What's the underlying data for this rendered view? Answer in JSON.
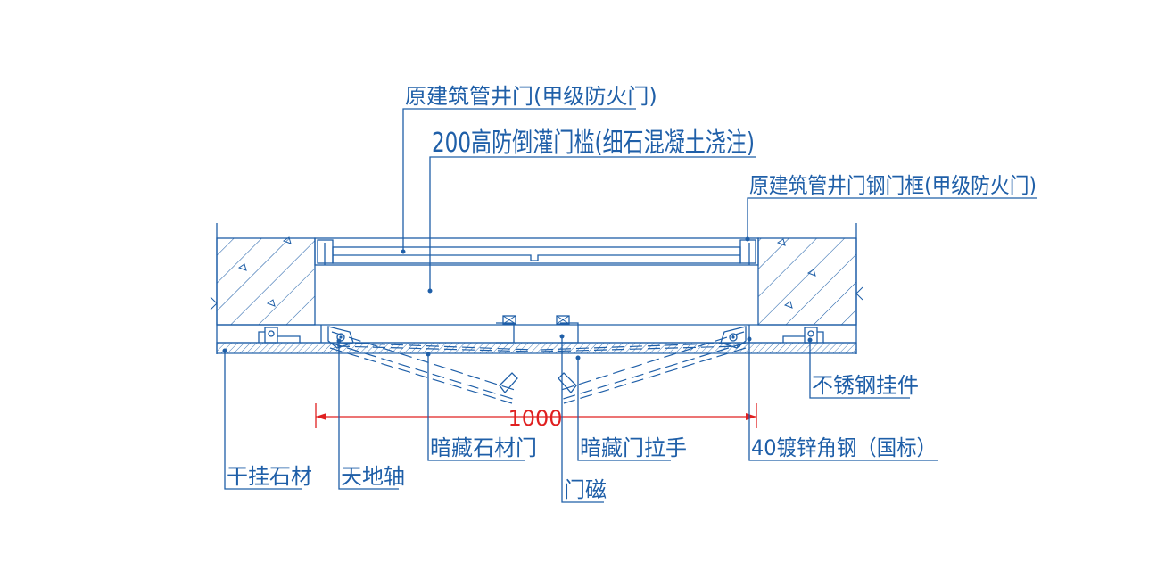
{
  "labels": {
    "shaft_door": "原建筑管井门(甲级防火门)",
    "threshold": "200高防倒灌门槛(细石混凝土浇注)",
    "shaft_frame": "原建筑管井门钢门框(甲级防火门)",
    "steel_hanger": "不锈钢挂件",
    "dry_hang_stone": "干挂石材",
    "pivot_hinge": "天地轴",
    "hidden_stone_door": "暗藏石材门",
    "hidden_handle": "暗藏门拉手",
    "galv_angle": "40镀锌角钢（国标）",
    "door_magnet": "门磁"
  },
  "dimension": {
    "value": "1000"
  },
  "colors": {
    "line": "#1f5fa8",
    "dimension": "#e02020",
    "background": "#ffffff"
  }
}
